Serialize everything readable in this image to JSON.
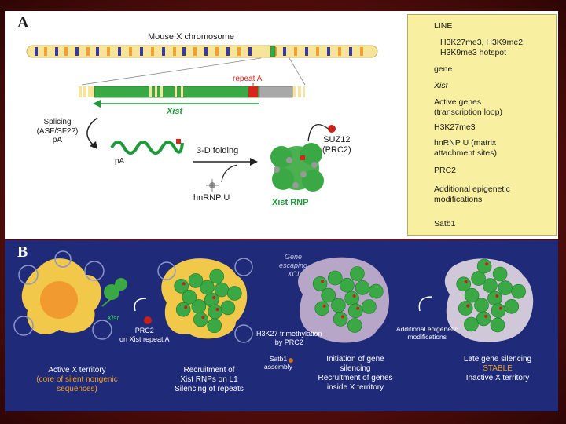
{
  "panel_a": {
    "letter": "A",
    "chromosome_title": "Mouse X chromosome",
    "repeat_a": "repeat A",
    "xist_label": "Xist",
    "splicing_line1": "Splicing",
    "splicing_line2": "(ASF/SF2?)",
    "splicing_line3": "pA",
    "pa_label": "pA",
    "folding_label": "3-D folding",
    "hnrnp_label": "hnRNP U",
    "suz12_line1": "SUZ12",
    "suz12_line2": "(PRC2)",
    "xist_rnp": "Xist RNP"
  },
  "legend": {
    "items": [
      {
        "line1": "LINE",
        "line2": ""
      },
      {
        "line1": "H3K27me3, H3K9me2,",
        "line2": "H3K9me3 hotspot"
      },
      {
        "line1": "gene",
        "line2": ""
      },
      {
        "line1": "Xist",
        "line2": ""
      },
      {
        "line1": "Active genes",
        "line2": "(transcription loop)"
      },
      {
        "line1": "H3K27me3",
        "line2": ""
      },
      {
        "line1": "hnRNP U (matrix",
        "line2": "attachment sites)"
      },
      {
        "line1": "PRC2",
        "line2": ""
      },
      {
        "line1": "Additional epigenetic",
        "line2": "modifications"
      },
      {
        "line1": "Satb1",
        "line2": ""
      }
    ]
  },
  "panel_b": {
    "letter": "B",
    "xist": "Xist",
    "prc2_line1": "PRC2",
    "prc2_line2": "on Xist repeat A",
    "gene_escaping_1": "Gene",
    "gene_escaping_2": "escaping",
    "gene_escaping_3": "XCI",
    "h3k27_1": "H3K27 trimethylation",
    "h3k27_2": "by PRC2",
    "satb1_1": "Satb1",
    "satb1_2": "assembly",
    "additional_1": "Additional epigenetic",
    "additional_2": "modifications",
    "stage1_1": "Active X territory",
    "stage1_2": "(core of silent nongenic",
    "stage1_3": "sequences)",
    "stage2_1": "Recruitment of",
    "stage2_2": "Xist RNPs on L1",
    "stage2_3": "Silencing of repeats",
    "stage3_1": "Initiation of gene",
    "stage3_2": "silencing",
    "stage3_3": "Recruitment of genes",
    "stage3_4": "inside X territory",
    "stage4_1": "Late gene silencing",
    "stage4_2": "STABLE",
    "stage4_3": "Inactive X territory"
  },
  "colors": {
    "line_orange": "#f0a030",
    "gene_blue": "#3a3aa0",
    "xist_green": "#3aa844",
    "hotspot_gray": "#a8a8a8",
    "prc2_red": "#c8201a",
    "satb1_orange": "#c8701a",
    "panel_b_bg": "#1f2a78",
    "legend_bg": "#f8f0a0"
  }
}
